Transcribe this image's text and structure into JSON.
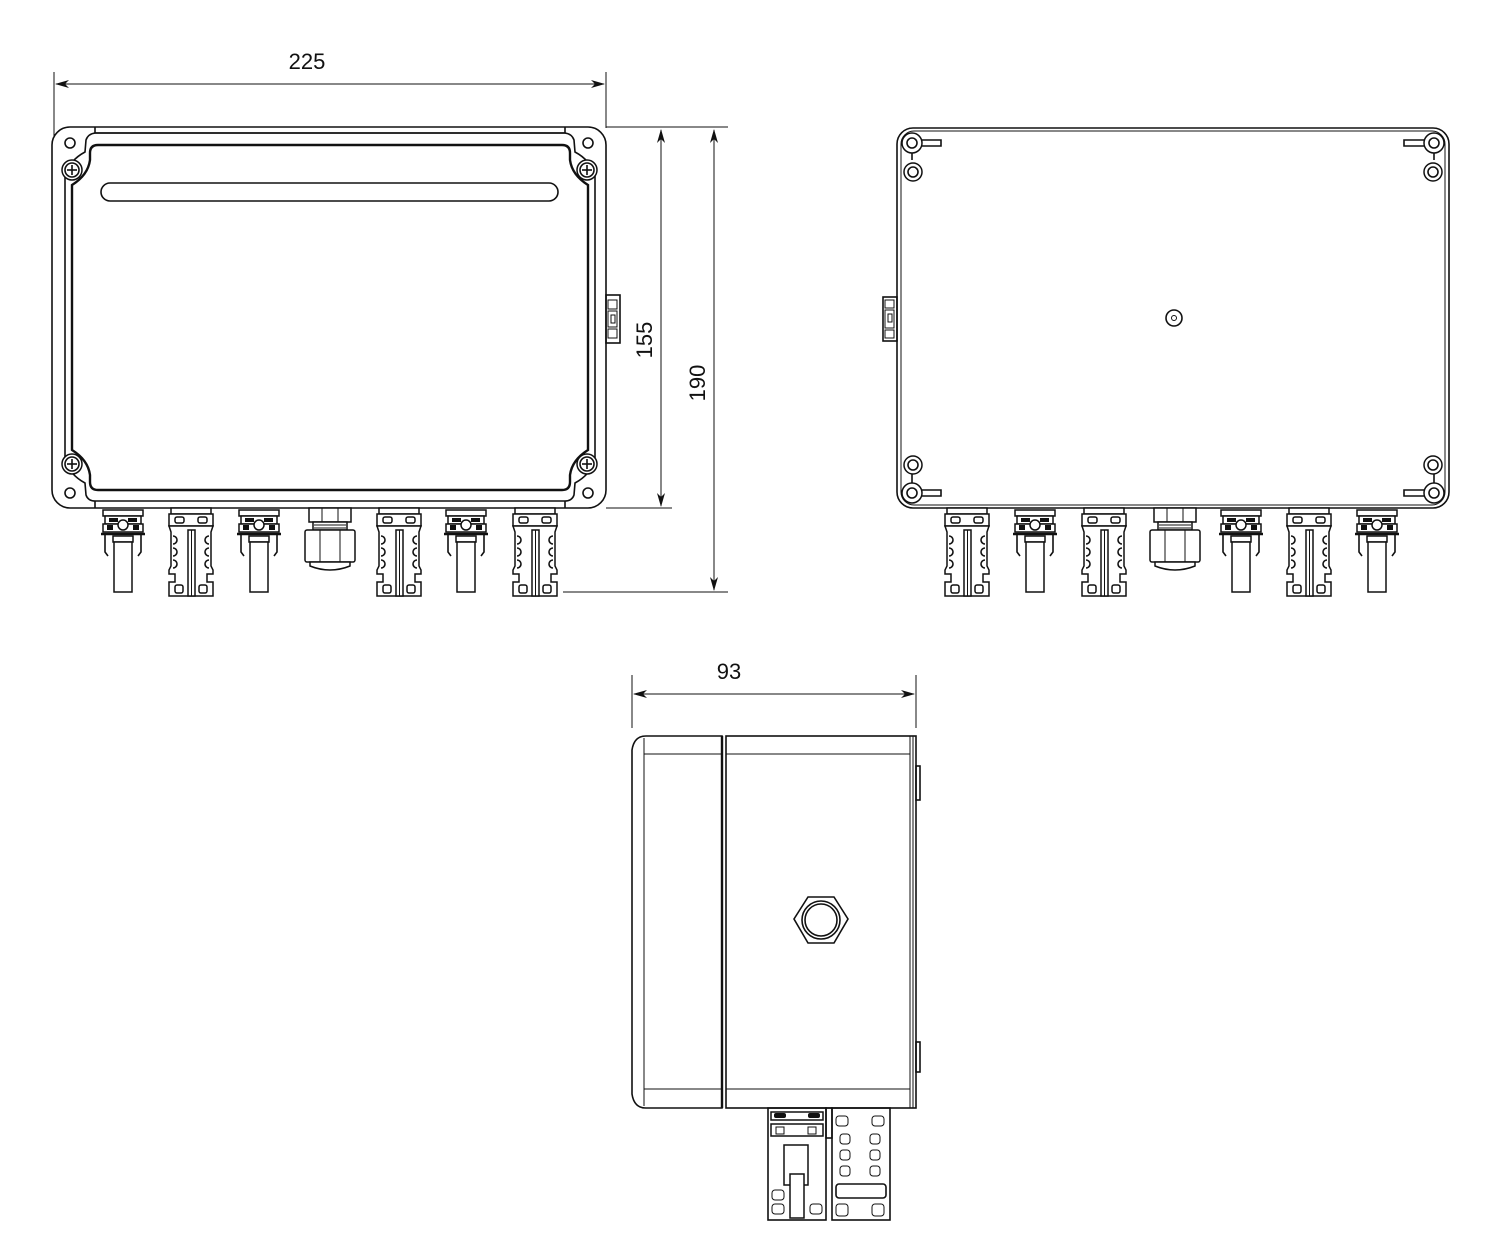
{
  "drawing": {
    "views": [
      {
        "id": "front",
        "name": "Front view (lid with screws)"
      },
      {
        "id": "rear",
        "name": "Rear view (base with mounting holes)"
      },
      {
        "id": "side",
        "name": "Side view"
      }
    ],
    "dimensions": {
      "width_label": "225",
      "inner_height_label": "155",
      "total_height_label": "190",
      "depth_label": "93"
    },
    "front_connectors": [
      "MC4-male",
      "MC4-female",
      "MC4-male",
      "cable-gland",
      "MC4-female",
      "MC4-male",
      "MC4-female"
    ],
    "rear_connectors": [
      "MC4-female",
      "MC4-male",
      "MC4-female",
      "cable-gland",
      "MC4-male",
      "MC4-female",
      "MC4-male"
    ],
    "colors": {
      "line": "#111111",
      "background": "#ffffff"
    }
  }
}
